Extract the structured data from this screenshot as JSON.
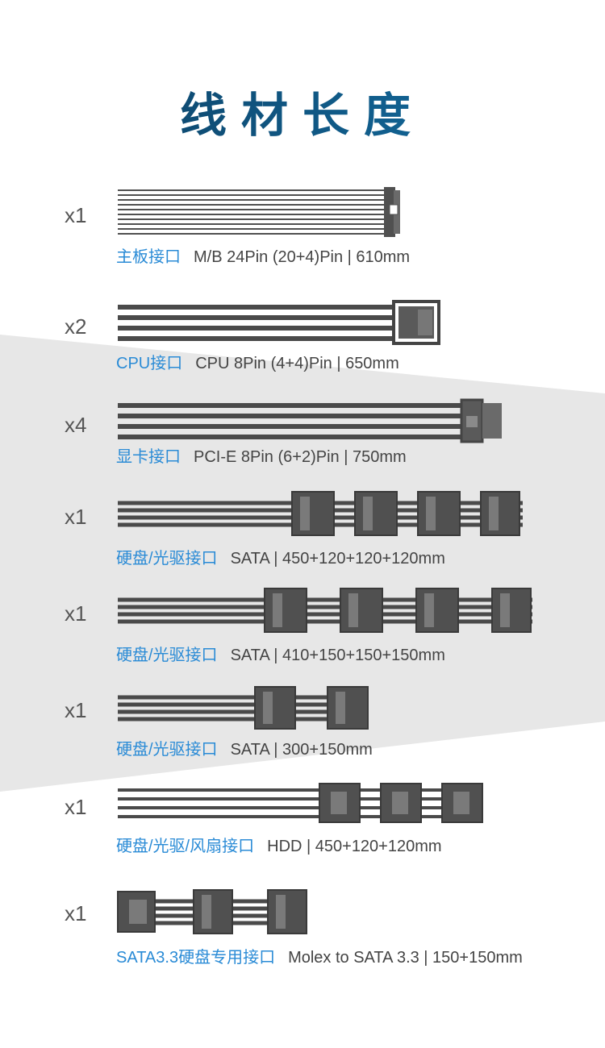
{
  "page": {
    "title": "线材长度"
  },
  "colors": {
    "title_dark": "#0c3c5e",
    "title_light": "#1472a8",
    "label_blue": "#2a8bd6",
    "wire": "#505050",
    "background_band": "#e7e7e7"
  },
  "cables": [
    {
      "qty": "x1",
      "label": "主板接口",
      "spec": "M/B 24Pin (20+4)Pin  |  610mm",
      "icon": "atx-24pin-cable-icon"
    },
    {
      "qty": "x2",
      "label": "CPU接口",
      "spec": "CPU 8Pin (4+4)Pin  |  650mm",
      "icon": "cpu-8pin-cable-icon"
    },
    {
      "qty": "x4",
      "label": "显卡接口",
      "spec": "PCI-E 8Pin (6+2)Pin  |  750mm",
      "icon": "pcie-8pin-cable-icon"
    },
    {
      "qty": "x1",
      "label": "硬盘/光驱接口",
      "spec": "SATA  |  450+120+120+120mm",
      "icon": "sata-4-connector-cable-icon"
    },
    {
      "qty": "x1",
      "label": "硬盘/光驱接口",
      "spec": "SATA  |  410+150+150+150mm",
      "icon": "sata-4-connector-cable-icon"
    },
    {
      "qty": "x1",
      "label": "硬盘/光驱接口",
      "spec": "SATA  |  300+150mm",
      "icon": "sata-2-connector-cable-icon"
    },
    {
      "qty": "x1",
      "label": "硬盘/光驱/风扇接口",
      "spec": "HDD  |  450+120+120mm",
      "icon": "molex-3-connector-cable-icon"
    },
    {
      "qty": "x1",
      "label": "SATA3.3硬盘专用接口",
      "spec": "Molex to SATA 3.3  |  150+150mm",
      "icon": "molex-to-sata-cable-icon"
    }
  ]
}
